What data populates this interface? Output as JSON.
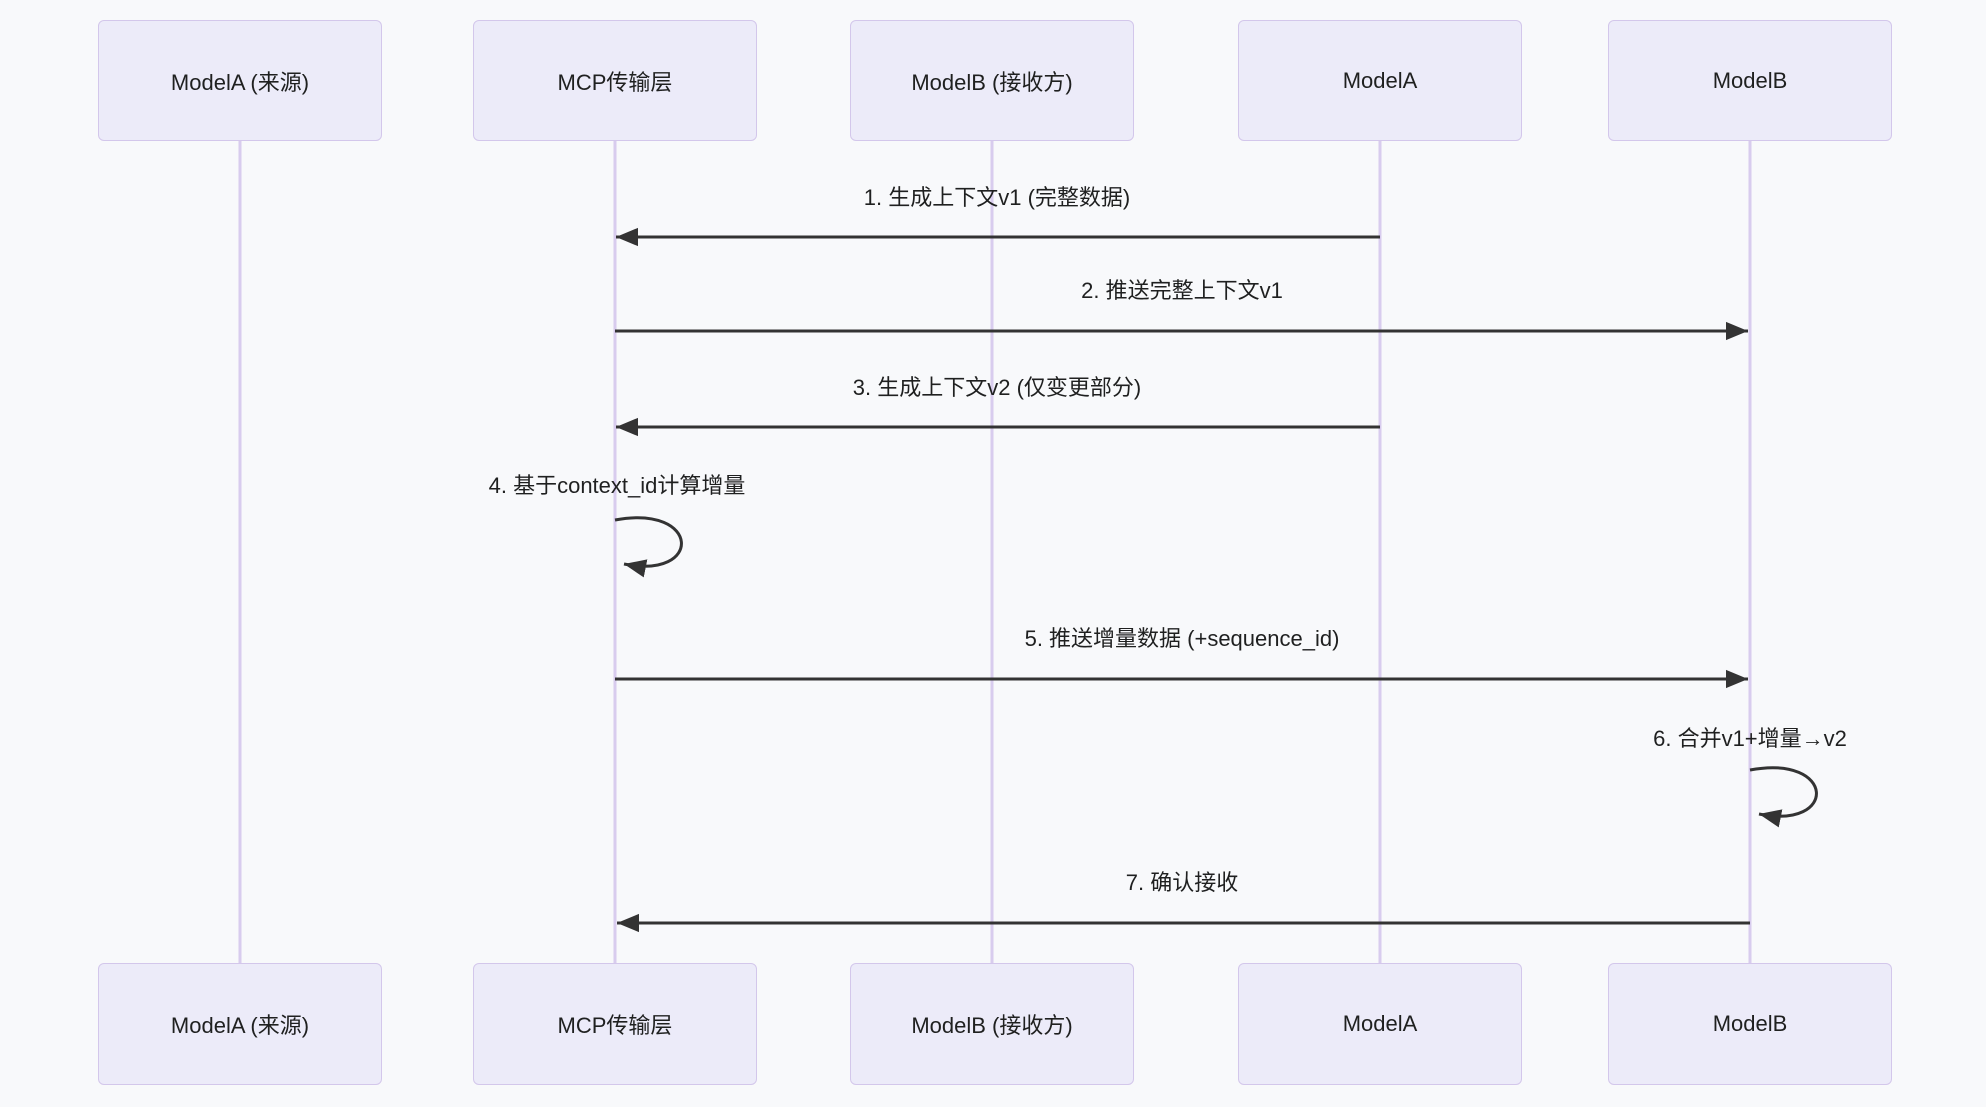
{
  "diagram": {
    "type": "sequence",
    "actors": [
      {
        "id": "modelA_source",
        "label": "ModelA (来源)"
      },
      {
        "id": "mcp_transport",
        "label": "MCP传输层"
      },
      {
        "id": "modelB_receiver",
        "label": "ModelB (接收方)"
      },
      {
        "id": "modelA",
        "label": "ModelA"
      },
      {
        "id": "modelB",
        "label": "ModelB"
      }
    ],
    "messages": [
      {
        "seq": 1,
        "label": "1. 生成上下文v1 (完整数据)",
        "from": "modelA",
        "to": "mcp_transport",
        "style": "solid-arrow"
      },
      {
        "seq": 2,
        "label": "2. 推送完整上下文v1",
        "from": "mcp_transport",
        "to": "modelB",
        "style": "solid-arrow"
      },
      {
        "seq": 3,
        "label": "3. 生成上下文v2 (仅变更部分)",
        "from": "modelA",
        "to": "mcp_transport",
        "style": "solid-arrow"
      },
      {
        "seq": 4,
        "label": "4. 基于context_id计算增量",
        "from": "mcp_transport",
        "to": "mcp_transport",
        "style": "self-loop"
      },
      {
        "seq": 5,
        "label": "5. 推送增量数据 (+sequence_id)",
        "from": "mcp_transport",
        "to": "modelB",
        "style": "solid-arrow"
      },
      {
        "seq": 6,
        "label": "6. 合并v1+增量→v2",
        "from": "modelB",
        "to": "modelB",
        "style": "self-loop"
      },
      {
        "seq": 7,
        "label": "7. 确认接收",
        "from": "modelB",
        "to": "mcp_transport",
        "style": "solid-arrow"
      }
    ],
    "colors": {
      "background": "#f8f9fb",
      "actor_fill": "#ECEBF9",
      "actor_border": "#d3c7eb",
      "lifeline": "#d8ccee",
      "arrow": "#333333",
      "text": "#1f2020"
    }
  }
}
